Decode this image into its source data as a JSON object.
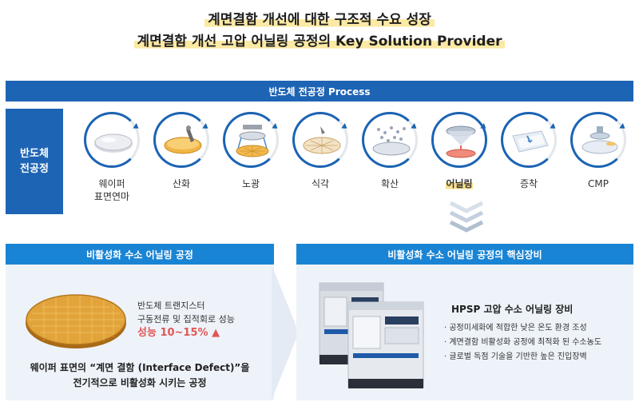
{
  "headline": {
    "line1": "계면결함 개선에 대한 구조적 수요 성장",
    "line2": "계면결함 개선 고압 어닐링 공정의 Key Solution Provider"
  },
  "process": {
    "header": "반도체 전공정 Process",
    "side_line1": "반도체",
    "side_line2": "전공정",
    "steps": [
      {
        "line1": "웨이퍼",
        "line2": "표면연마",
        "icon": "wafer-polish-icon"
      },
      {
        "line1": "산화",
        "line2": "",
        "icon": "oxidation-icon"
      },
      {
        "line1": "노광",
        "line2": "",
        "icon": "exposure-icon"
      },
      {
        "line1": "식각",
        "line2": "",
        "icon": "etching-icon"
      },
      {
        "line1": "확산",
        "line2": "",
        "icon": "diffusion-icon"
      },
      {
        "line1": "어닐링",
        "line2": "",
        "icon": "annealing-icon"
      },
      {
        "line1": "증착",
        "line2": "",
        "icon": "deposition-icon"
      },
      {
        "line1": "CMP",
        "line2": "",
        "icon": "cmp-icon"
      }
    ],
    "active_step": "어닐링",
    "colors": {
      "primary": "#1e64b4",
      "ring": "#1c63b3",
      "highlight": "#fbe08a"
    }
  },
  "left_panel": {
    "header": "비활성화 수소 어닐링 공정",
    "text_line1": "반도체 트랜지스터",
    "text_line2": "구동전류 및 집적회로 성능",
    "performance": "성능 10~15%",
    "performance_arrow": "▲",
    "caption_line1": "웨이퍼 표면의 “계면 결함 (Interface Defect)”을",
    "caption_line2": "전기적으로 비활성화 시키는 공정"
  },
  "right_panel": {
    "header": "비활성화 수소 어닐링 공정의 핵심장비",
    "title": "HPSP 고압 수소 어닐링 장비",
    "bullets": [
      "공정미세화에 적합한 낮은 온도 환경 조성",
      "계면결함 비활성화 공정에 최적화 된 수소농도",
      "글로벌 독점 기술을 기반한 높은 진입장벽"
    ]
  }
}
